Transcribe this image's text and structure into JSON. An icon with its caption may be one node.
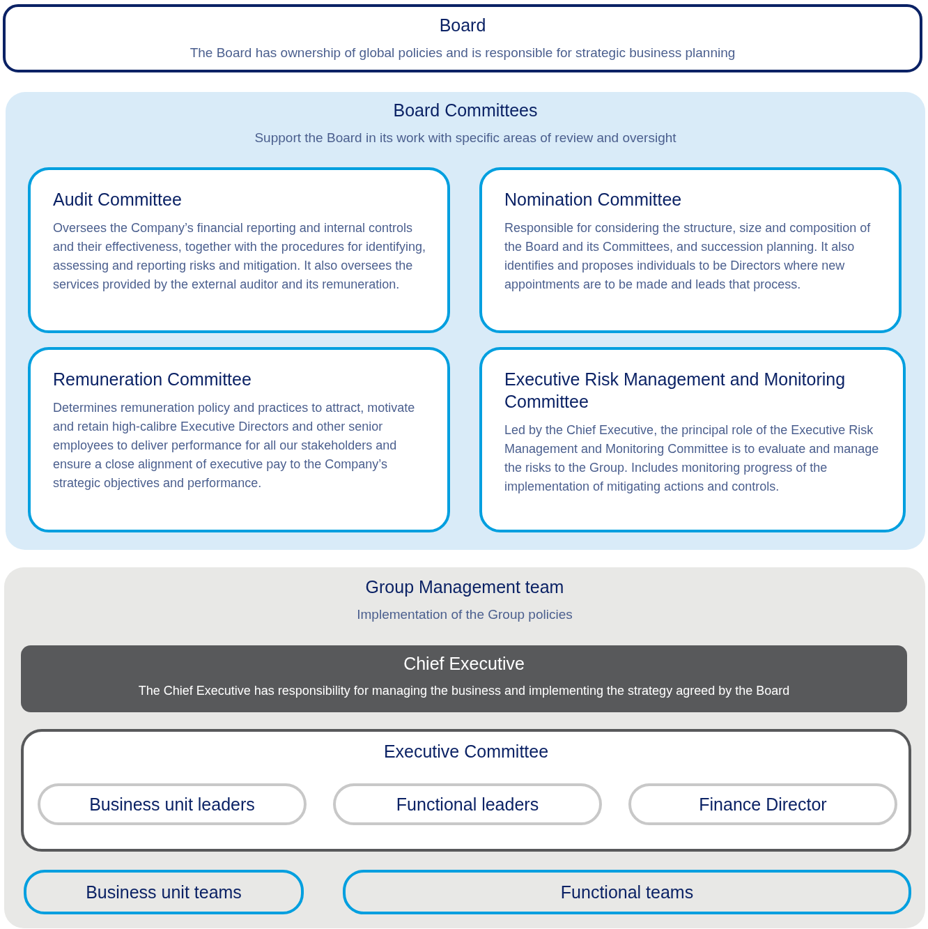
{
  "diagram": {
    "nodes": [
      {
        "text": [
          "Board",
          "The Board has ownership of global policies and is responsible for strategic business planning"
        ]
      },
      {
        "text": [
          "Board Committees",
          "Support the Board in its work with specific areas of review and oversight"
        ]
      },
      {
        "text": [
          "Audit Committee",
          "Oversees the Company’s financial reporting and internal controls and their effectiveness, together with the procedures for identifying, assessing and reporting risks and mitigation. It also oversees the services provided by the external auditor and its remuneration."
        ],
        "in": 1
      },
      {
        "text": [
          "Nomination Committee",
          "Responsible for considering the structure, size and composition of the Board and its Committees, and succession planning. It also identifies and proposes individuals to be Directors where new appointments are to be made and leads that process."
        ],
        "in": 1
      },
      {
        "text": [
          "Remuneration Committee",
          "Determines remuneration policy and practices to attract, motivate and retain high-calibre Executive Directors and other senior employees to deliver performance for all our stakeholders and ensure a close alignment of executive pay to the Company’s strategic objectives and performance."
        ],
        "in": 1
      },
      {
        "text": [
          "Executive Risk Management and Monitoring Committee",
          "Led by the Chief Executive, the principal role of the Executive Risk Management and Monitoring Committee is to evaluate and manage the risks to the Group. Includes monitoring progress of the implementation of mitigating actions and controls."
        ],
        "in": 1
      },
      {
        "text": [
          "Group Management team",
          "Implementation of the Group policies"
        ]
      },
      {
        "text": [
          "Chief Executive",
          "The Chief Executive has responsibility for managing the business and implementing the strategy agreed by the Board"
        ],
        "in": 6
      },
      {
        "text": [
          "Executive Committee"
        ],
        "in": 6
      },
      {
        "text": [
          "Business unit leaders"
        ],
        "in": 8
      },
      {
        "text": [
          "Functional leaders"
        ],
        "in": 8
      },
      {
        "text": [
          "Finance Director"
        ],
        "in": 8
      },
      {
        "text": [
          "Business unit teams"
        ],
        "in": 6
      },
      {
        "text": [
          "Functional teams"
        ],
        "in": 6
      }
    ]
  }
}
